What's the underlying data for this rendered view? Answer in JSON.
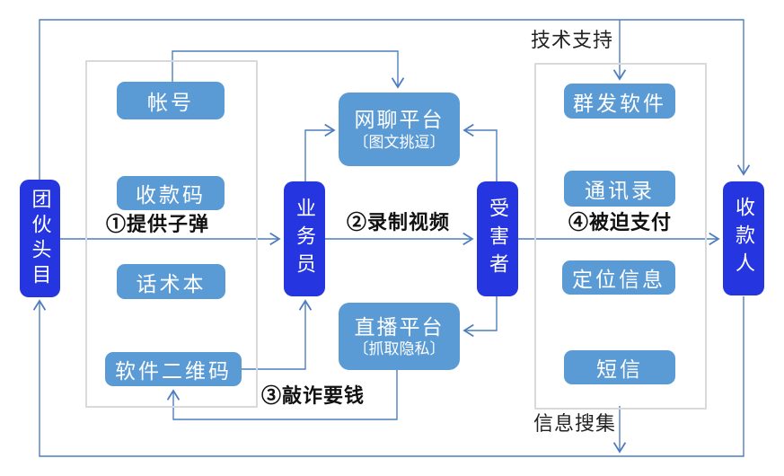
{
  "palette": {
    "node_dark_blue": "#2535e0",
    "item_light_blue": "#5b9bd5",
    "wire_blue": "#4f7dbf",
    "frame_gray": "#d9d9d9",
    "label_black": "#111111"
  },
  "nodes": {
    "leader": "团伙头目",
    "salesman": "业务员",
    "victim": "受害者",
    "payee": "收款人"
  },
  "left_group": {
    "items": [
      "帐号",
      "收款码",
      "话术本",
      "软件二维码"
    ]
  },
  "right_group": {
    "items": [
      "群发软件",
      "通讯录",
      "定位信息",
      "短信"
    ]
  },
  "platforms": {
    "chat": {
      "title": "网聊平台",
      "subtitle": "〔图文挑逗〕"
    },
    "live": {
      "title": "直播平台",
      "subtitle": "〔抓取隐私〕"
    }
  },
  "labels": {
    "step1": "①提供子弹",
    "step2": "②录制视频",
    "step3": "③敲诈要钱",
    "step4": "④被迫支付",
    "tech_support": "技术支持",
    "info_collect": "信息搜集"
  }
}
